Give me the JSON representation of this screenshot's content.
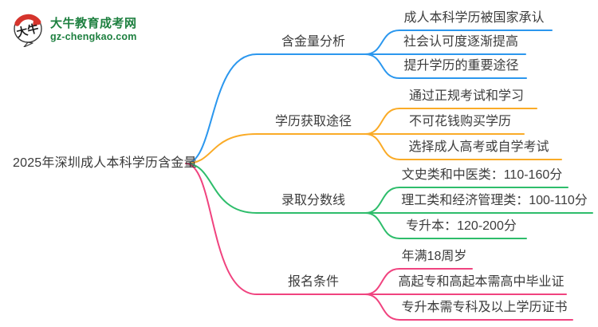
{
  "logo": {
    "badge_text": "大牛",
    "title": "大牛教育成考网",
    "domain": "gz-chengkao.com",
    "brand_green": "#1e8040",
    "badge_red": "#d5342c",
    "badge_outline": "#3a3a3a"
  },
  "mindmap": {
    "root": {
      "label": "2025年深圳成人本科学历含金量"
    },
    "text_color": "#3c3c3c",
    "branches": [
      {
        "label": "含金量分析",
        "color": "#2b97ee",
        "children": [
          "成人本科学历被国家承认",
          "社会认可度逐渐提高",
          "提升学历的重要途径"
        ]
      },
      {
        "label": "学历获取途径",
        "color": "#faab27",
        "children": [
          "通过正规考试和学习",
          "不可花钱购买学历",
          "选择成人高考或自学考试"
        ]
      },
      {
        "label": "录取分数线",
        "color": "#2ebd6b",
        "children": [
          "文史类和中医类：110-160分",
          "理工类和经济管理类：100-110分",
          "专升本：120-200分"
        ]
      },
      {
        "label": "报名条件",
        "color": "#f0437f",
        "children": [
          "年满18周岁",
          "高起专和高起本需高中毕业证",
          "专升本需专科及以上学历证书"
        ]
      }
    ]
  }
}
